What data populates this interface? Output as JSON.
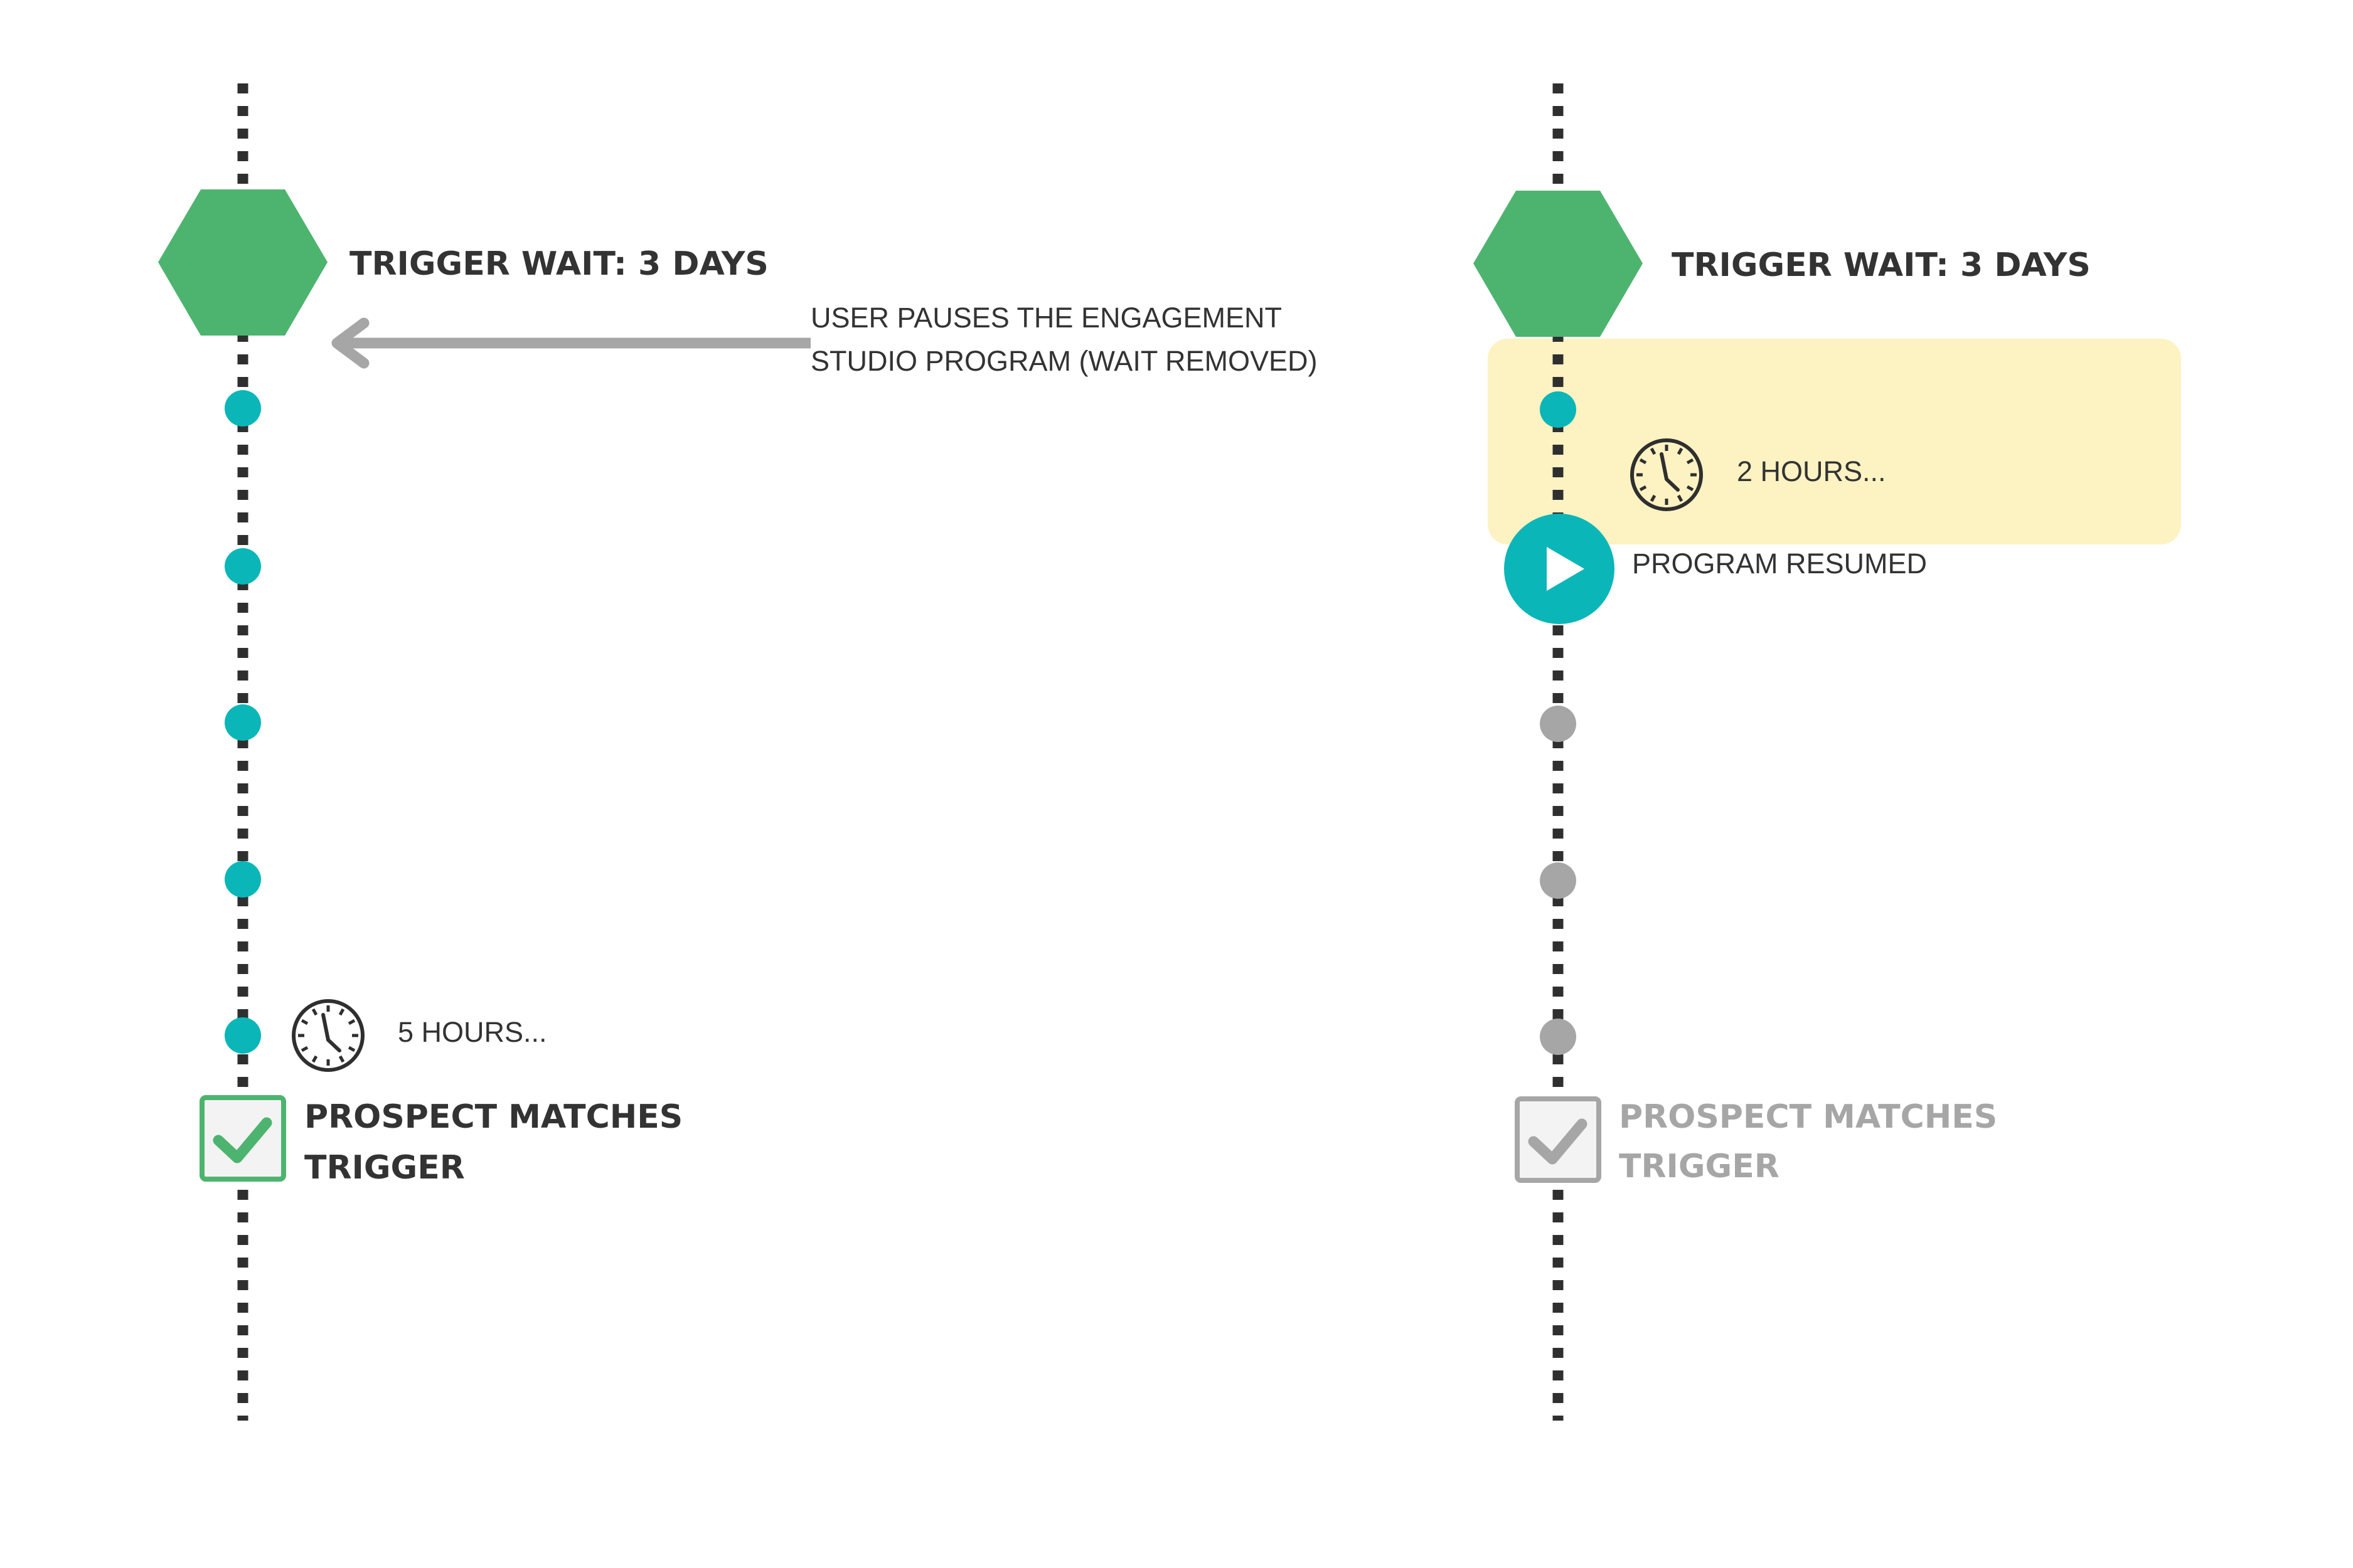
{
  "colors": {
    "line": "#2f2f2f",
    "hexagon": "#4db46f",
    "teal": "#0ab6b8",
    "gray": "#a6a6a6",
    "highlight": "#fdf2c2",
    "text_dark": "#333333",
    "text_muted": "#a6a6a6",
    "check_green": "#4db46f",
    "arrow": "#a6a6a6"
  },
  "left_timeline": {
    "title": "TRIGGER WAIT: 3 DAYS",
    "icon": "hexagon",
    "clock_label": "5 HOURS...",
    "step_title_line1": "PROSPECT MATCHES",
    "step_title_line2": "TRIGGER",
    "step_state": "checked-green"
  },
  "annotation": {
    "line1": "USER PAUSES THE ENGAGEMENT",
    "line2": "STUDIO PROGRAM (WAIT REMOVED)",
    "icon": "arrow-left-icon"
  },
  "right_timeline": {
    "title": "TRIGGER WAIT: 3 DAYS",
    "icon": "hexagon",
    "clock_label": "2 HOURS...",
    "resume_label": "PROGRAM RESUMED",
    "resume_icon": "play-icon",
    "step_title_line1": "PROSPECT MATCHES",
    "step_title_line2": "TRIGGER",
    "step_state": "checked-gray"
  }
}
